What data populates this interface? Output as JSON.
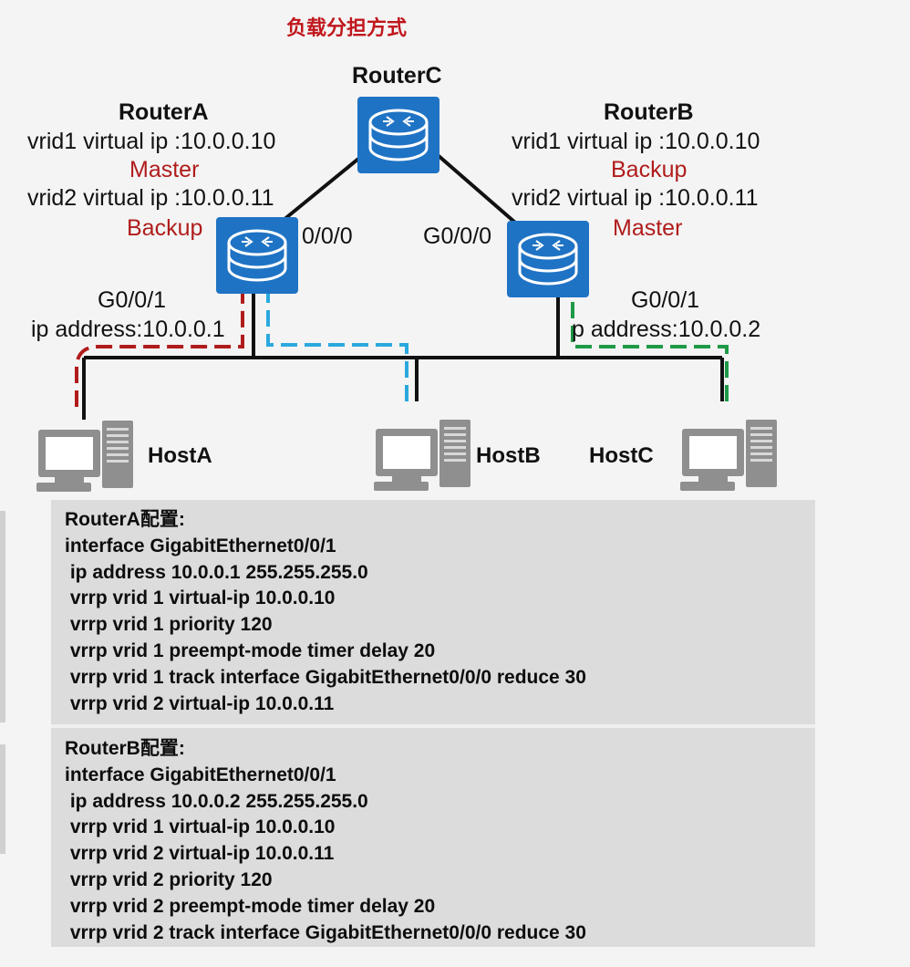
{
  "title": "负载分担方式",
  "routers": {
    "routerC": {
      "name": "RouterC"
    },
    "routerA": {
      "name": "RouterA",
      "vrid1": "vrid1 virtual ip :10.0.0.10",
      "vrid1_state": "Master",
      "vrid2": "vrid2 virtual ip :10.0.0.11",
      "vrid2_state": "Backup",
      "uplink_port": "0/0/0",
      "downlink_port": "G0/0/1",
      "downlink_ip": "ip address:10.0.0.1"
    },
    "routerB": {
      "name": "RouterB",
      "vrid1": "vrid1 virtual ip :10.0.0.10",
      "vrid1_state": "Backup",
      "vrid2": "vrid2 virtual ip :10.0.0.11",
      "vrid2_state": "Master",
      "uplink_port": "G0/0/0",
      "downlink_port": "G0/0/1",
      "downlink_ip": "p address:10.0.0.2"
    }
  },
  "hosts": {
    "hostA": "HostA",
    "hostB": "HostB",
    "hostC": "HostC"
  },
  "colors": {
    "router_fill": "#1f73c4",
    "title": "#c0171d",
    "state": "#b01c1c",
    "path_hostA": "#b01c1c",
    "path_hostB": "#2aa9de",
    "path_hostC": "#1e9a46"
  },
  "config": {
    "routerA": [
      "RouterA配置:",
      "interface GigabitEthernet0/0/1",
      " ip address 10.0.0.1 255.255.255.0",
      " vrrp vrid 1 virtual-ip 10.0.0.10",
      " vrrp vrid 1 priority 120",
      " vrrp vrid 1 preempt-mode timer delay 20",
      " vrrp vrid 1 track interface GigabitEthernet0/0/0 reduce 30",
      " vrrp vrid 2 virtual-ip 10.0.0.11"
    ],
    "routerB": [
      "RouterB配置:",
      "interface GigabitEthernet0/0/1",
      " ip address 10.0.0.2 255.255.255.0",
      " vrrp vrid 1 virtual-ip 10.0.0.10",
      " vrrp vrid 2 virtual-ip 10.0.0.11",
      " vrrp vrid 2 priority 120",
      " vrrp vrid 2 preempt-mode timer delay 20",
      " vrrp vrid 2 track interface GigabitEthernet0/0/0 reduce 30"
    ]
  }
}
